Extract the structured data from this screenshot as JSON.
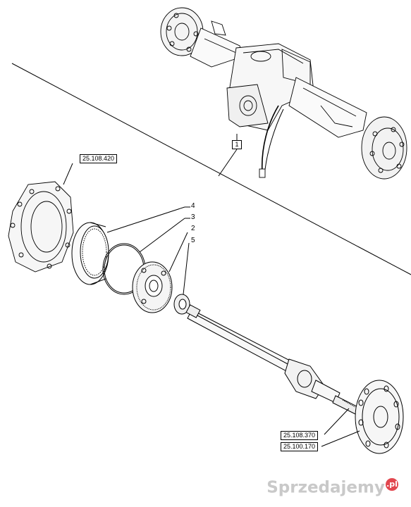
{
  "callouts": {
    "item_1": "1",
    "item_2": "2",
    "item_3": "3",
    "item_4": "4",
    "item_5": "5"
  },
  "references": {
    "housing_ref": "25.108.420",
    "shaft_ref": "25.108.370",
    "wheel_ref": "25.100.170"
  },
  "watermark": {
    "text": "Sprzedajemy",
    "tld": ".pl"
  }
}
